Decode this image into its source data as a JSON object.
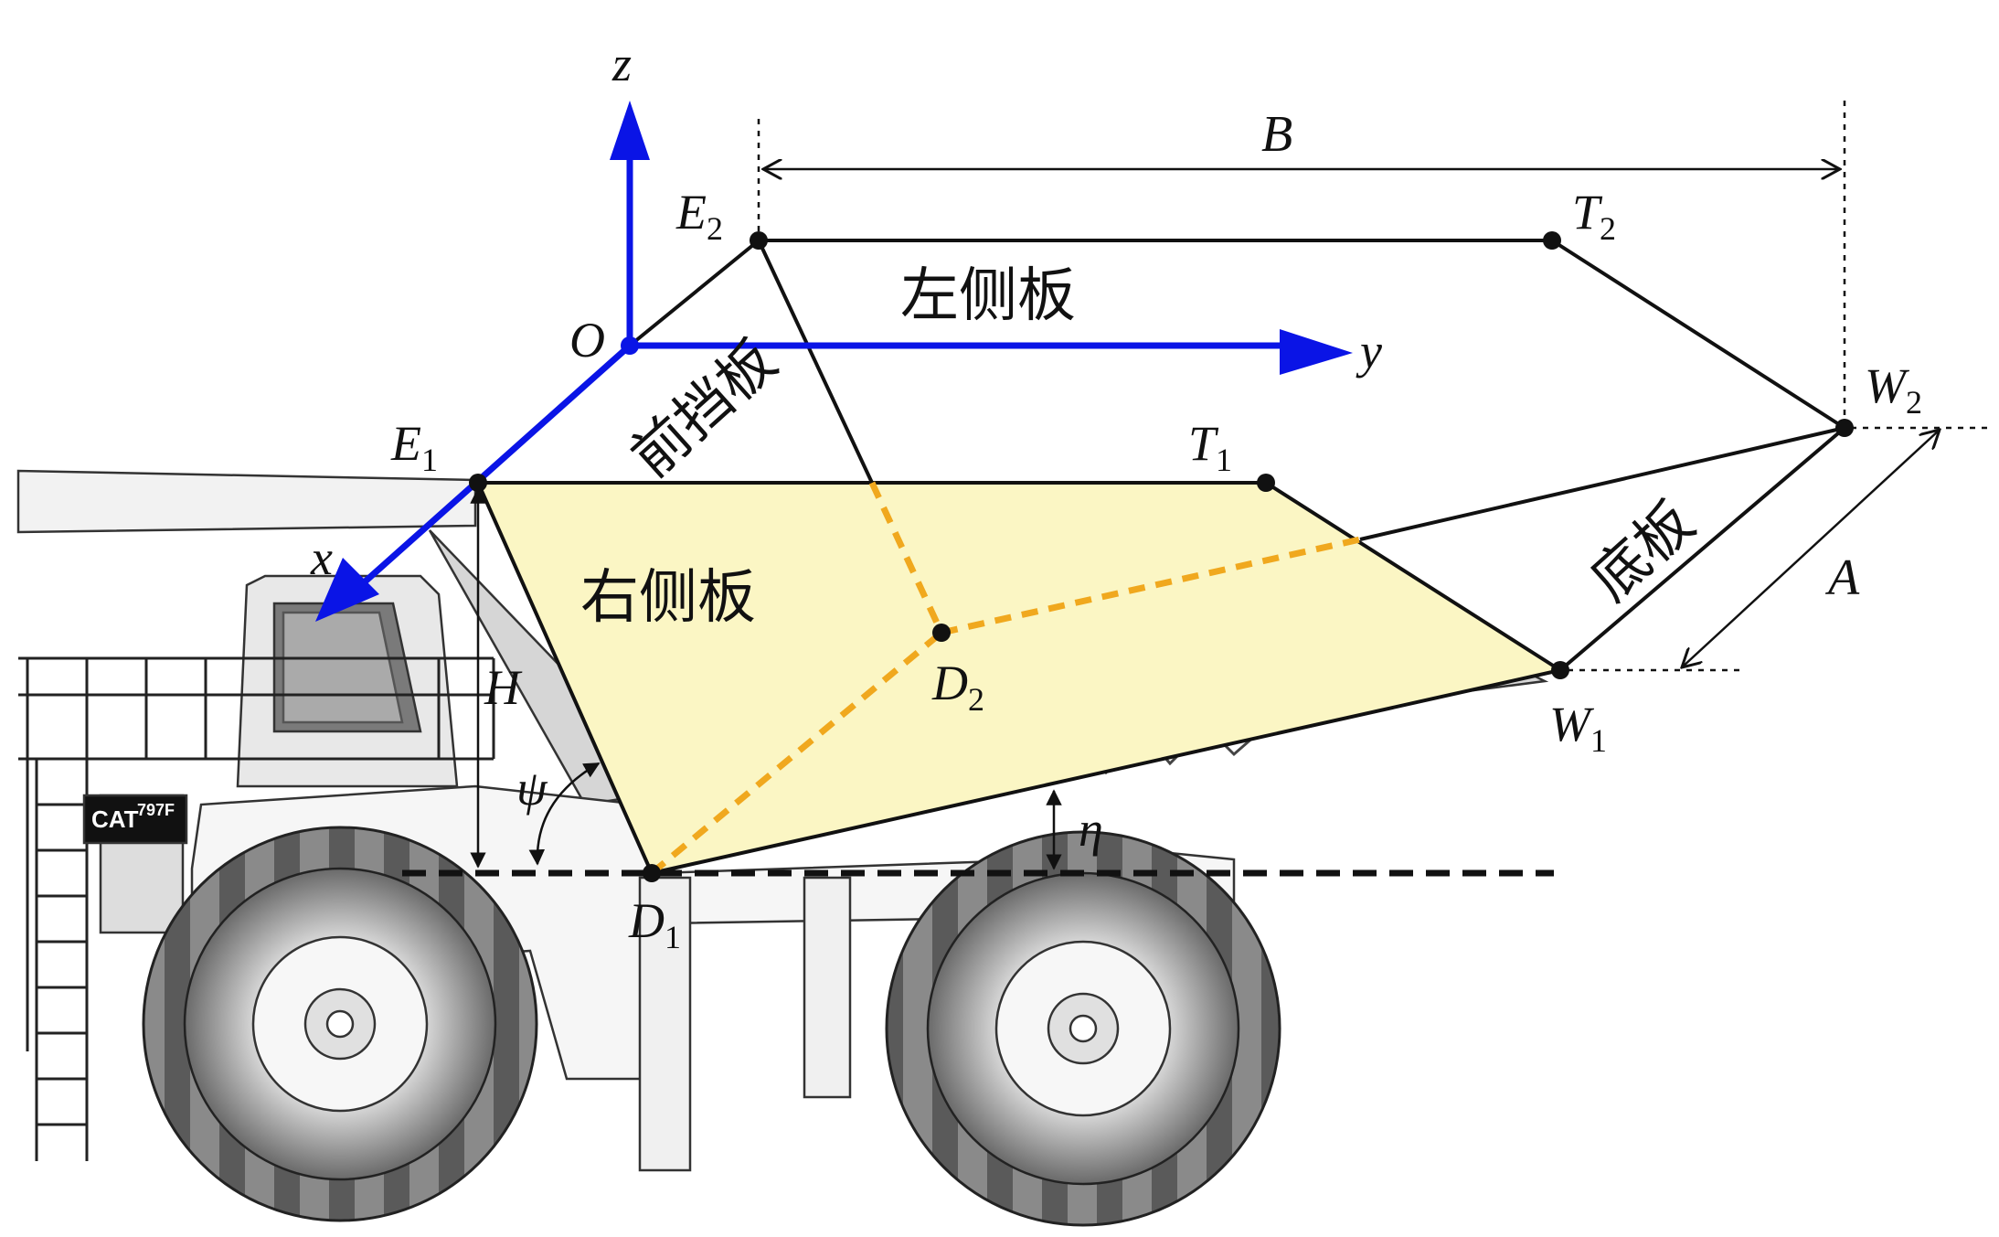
{
  "diagram": {
    "panels": {
      "left_side": "左侧板",
      "right_side": "右侧板",
      "front": "前挡板",
      "bottom": "底板"
    },
    "axes": {
      "x": "x",
      "y": "y",
      "z": "z",
      "origin": "O"
    },
    "points": {
      "E1": {
        "base": "E",
        "sub": "1"
      },
      "E2": {
        "base": "E",
        "sub": "2"
      },
      "T1": {
        "base": "T",
        "sub": "1"
      },
      "T2": {
        "base": "T",
        "sub": "2"
      },
      "W1": {
        "base": "W",
        "sub": "1"
      },
      "W2": {
        "base": "W",
        "sub": "2"
      },
      "D1": {
        "base": "D",
        "sub": "1"
      },
      "D2": {
        "base": "D",
        "sub": "2"
      }
    },
    "dimensions": {
      "B": "B",
      "A": "A",
      "H": "H",
      "psi": "ψ",
      "eta": "η"
    },
    "truck": {
      "badge": "CAT",
      "model": "797F"
    },
    "colors": {
      "axis": "#0a14e6",
      "right_panel_fill": "#fbf6c4",
      "dashed": "#f0a81e",
      "lines": "#111111"
    }
  }
}
